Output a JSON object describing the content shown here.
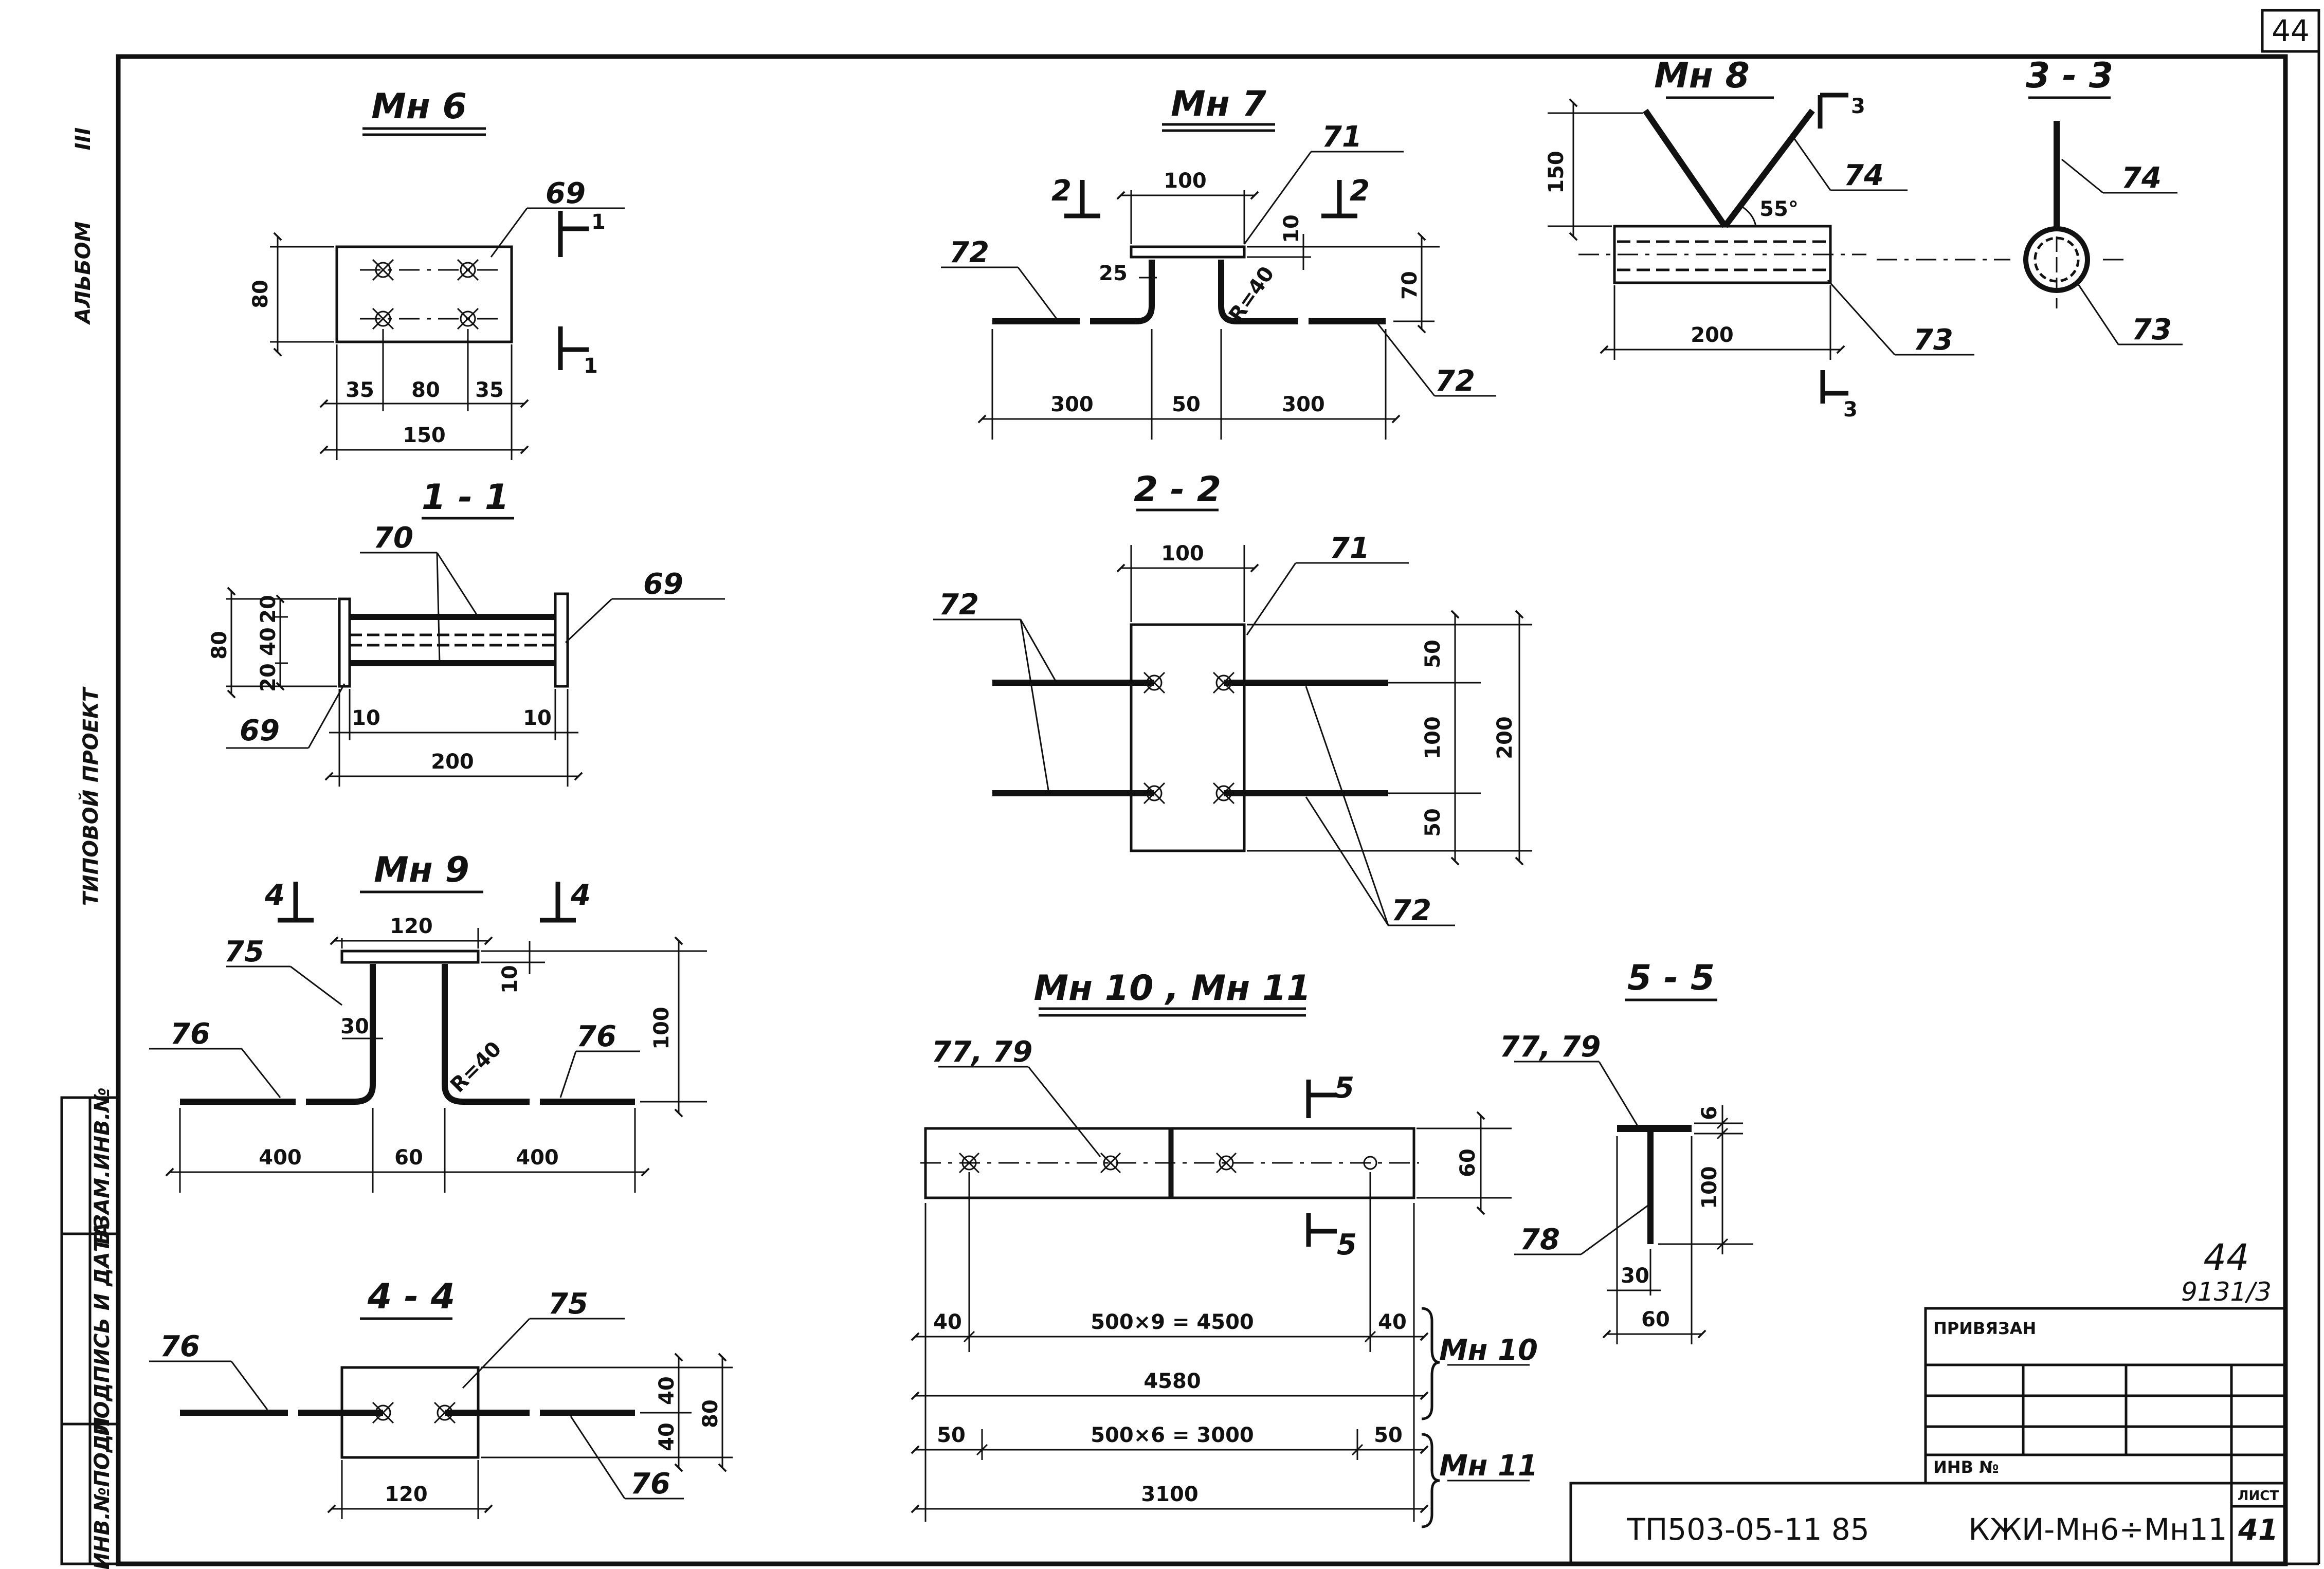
{
  "frame": {
    "sheet_corner_number": "44",
    "side_album": "АЛЬБОМ",
    "side_album_roman": "III",
    "side_project": "ТИПОВОЙ   ПРОЕКТ",
    "side_inv_podl": "ИНВ.№ПОДЛ",
    "side_podpis": "ПОДПИСЬ И ДАТА",
    "side_vzam": "ВЗАМ.ИНВ.№"
  },
  "mn6": {
    "title": "Мн 6",
    "callout": "69",
    "cut_mark": "1",
    "dim_height": "80",
    "dim_35a": "35",
    "dim_80": "80",
    "dim_35b": "35",
    "dim_total": "150"
  },
  "s1": {
    "title": "1 - 1",
    "callout_70": "70",
    "callout_69_right": "69",
    "callout_69_left": "69",
    "dim_80": "80",
    "dim_20a": "20",
    "dim_40": "40",
    "dim_20b": "20",
    "dim_10a": "10",
    "dim_10b": "10",
    "dim_200": "200"
  },
  "mn7": {
    "title": "Мн 7",
    "cut_mark": "2",
    "callout_71": "71",
    "callout_72a": "72",
    "callout_72b": "72",
    "dim_100": "100",
    "dim_10": "10",
    "dim_25": "25",
    "dim_r": "R=40",
    "dim_70": "70",
    "dim_300a": "300",
    "dim_50": "50",
    "dim_300b": "300"
  },
  "s2": {
    "title": "2 - 2",
    "callout_71": "71",
    "callout_72a": "72",
    "callout_72b": "72",
    "dim_100": "100",
    "dim_50a": "50",
    "dim_100v": "100",
    "dim_50b": "50",
    "dim_200": "200"
  },
  "mn8": {
    "title": "Мн 8",
    "cut_mark": "3",
    "callout_74": "74",
    "callout_73": "73",
    "dim_150": "150",
    "angle": "55°",
    "dim_200": "200"
  },
  "s3": {
    "title": "3 - 3",
    "callout_74": "74",
    "callout_73": "73"
  },
  "mn9": {
    "title": "Мн 9",
    "cut_mark": "4",
    "callout_75": "75",
    "callout_76a": "76",
    "callout_76b": "76",
    "dim_120": "120",
    "dim_10": "10",
    "dim_30": "30",
    "dim_r": "R=40",
    "dim_100": "100",
    "dim_400a": "400",
    "dim_60": "60",
    "dim_400b": "400"
  },
  "s4": {
    "title": "4 - 4",
    "callout_75": "75",
    "callout_76a": "76",
    "callout_76b": "76",
    "dim_120": "120",
    "dim_40a": "40",
    "dim_40b": "40",
    "dim_80": "80"
  },
  "mn10": {
    "title": "Мн 10 , Мн 11",
    "callout": "77, 79",
    "cut_mark": "5",
    "dim_60": "60",
    "dim_40a": "40",
    "dim_chain10": "500×9 = 4500",
    "dim_40b": "40",
    "dim_4580": "4580",
    "label_mn10": "Мн 10",
    "dim_50a": "50",
    "dim_chain11": "500×6 = 3000",
    "dim_50b": "50",
    "dim_3100": "3100",
    "label_mn11": "Мн 11"
  },
  "s5": {
    "title": "5 - 5",
    "callout_77": "77, 79",
    "callout_78": "78",
    "dim_6": "6",
    "dim_100": "100",
    "dim_30": "30",
    "dim_60": "60"
  },
  "stamp": {
    "hand_number": "44",
    "archive_number": "9131/3",
    "privyazan": "ПРИВЯЗАН",
    "inv_no": "ИНВ №",
    "doc_code": "ТП503-05-11 85",
    "doc_title": "КЖИ-Мн6÷Мн11",
    "sheet_label": "ЛИСТ",
    "sheet_number": "41"
  }
}
